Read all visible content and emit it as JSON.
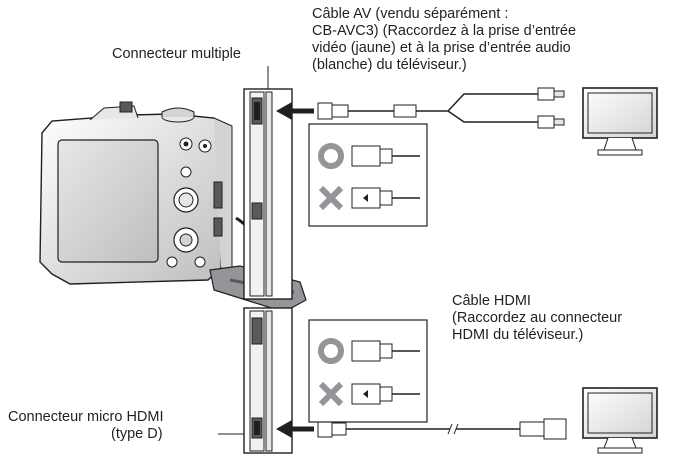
{
  "labels": {
    "multi_connector": "Connecteur multiple",
    "av_cable": [
      "Câble AV (vendu séparément :",
      "CB-AVC3) (Raccordez à la prise d’entrée",
      "vidéo (jaune) et à la prise d’entrée audio",
      "(blanche) du téléviseur.)"
    ],
    "hdmi_cable": [
      "Câble HDMI",
      "(Raccordez au connecteur",
      "HDMI du téléviseur.)"
    ],
    "micro_hdmi": [
      "Connecteur micro HDMI",
      "(type D)"
    ]
  },
  "icons": {
    "correct": "circle-ok-icon",
    "wrong": "cross-ng-icon"
  },
  "colors": {
    "line": "#231f20",
    "gray": "#939598",
    "light_gray": "#d1d3d4"
  }
}
